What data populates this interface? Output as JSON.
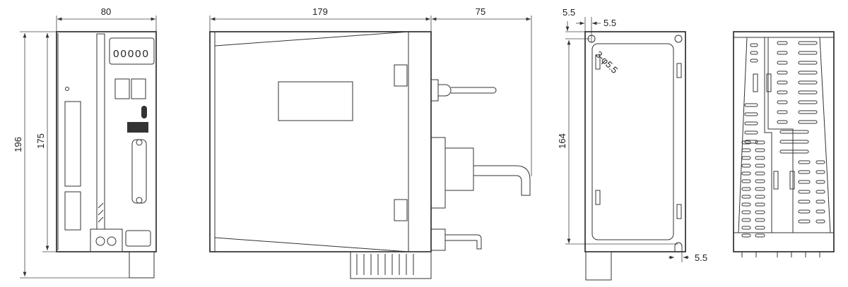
{
  "title": "Servo drive dimensional drawing",
  "front_view": {
    "width_dim": "80",
    "overall_height_dim": "196",
    "body_height_dim": "175",
    "display_text": "00000"
  },
  "side_view": {
    "depth_dim": "179",
    "connector_depth_dim": "75"
  },
  "mounting_view": {
    "top_offset_dim": "5.5",
    "left_offset_dim": "5.5",
    "hole_label": "3-φ5.5",
    "hole_pitch_dim": "164",
    "bottom_offset_dim": "5.5"
  },
  "colors": {
    "line": "#333333",
    "background": "#ffffff"
  }
}
